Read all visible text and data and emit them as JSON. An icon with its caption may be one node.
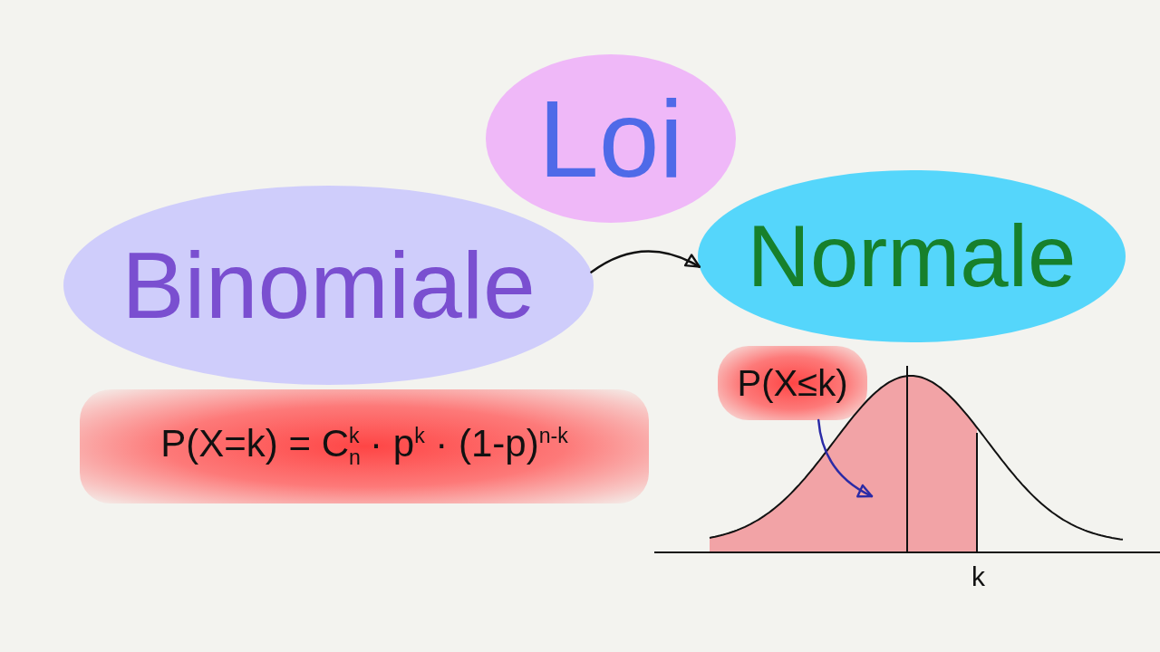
{
  "diagram": {
    "nodes": [
      {
        "text": [
          "Loi"
        ]
      },
      {
        "text": [
          "Binomiale"
        ]
      },
      {
        "text": [
          "Normale"
        ]
      },
      {
        "text": [
          "P(X=k) = C$_{n}$$^{k}$ · p$^{k}$ · (1-p)$^{n-k}$"
        ]
      },
      {
        "text": [
          "P(X≤k)"
        ]
      },
      {
        "text": [],
        "shape": "area"
      }
    ],
    "edges": [
      {
        "from": 1,
        "to": 2,
        "arrow": "to"
      },
      {
        "from": 4,
        "to": 5,
        "arrow": "to",
        "color": "#2b2ba6"
      }
    ],
    "labels": [
      "k"
    ]
  }
}
